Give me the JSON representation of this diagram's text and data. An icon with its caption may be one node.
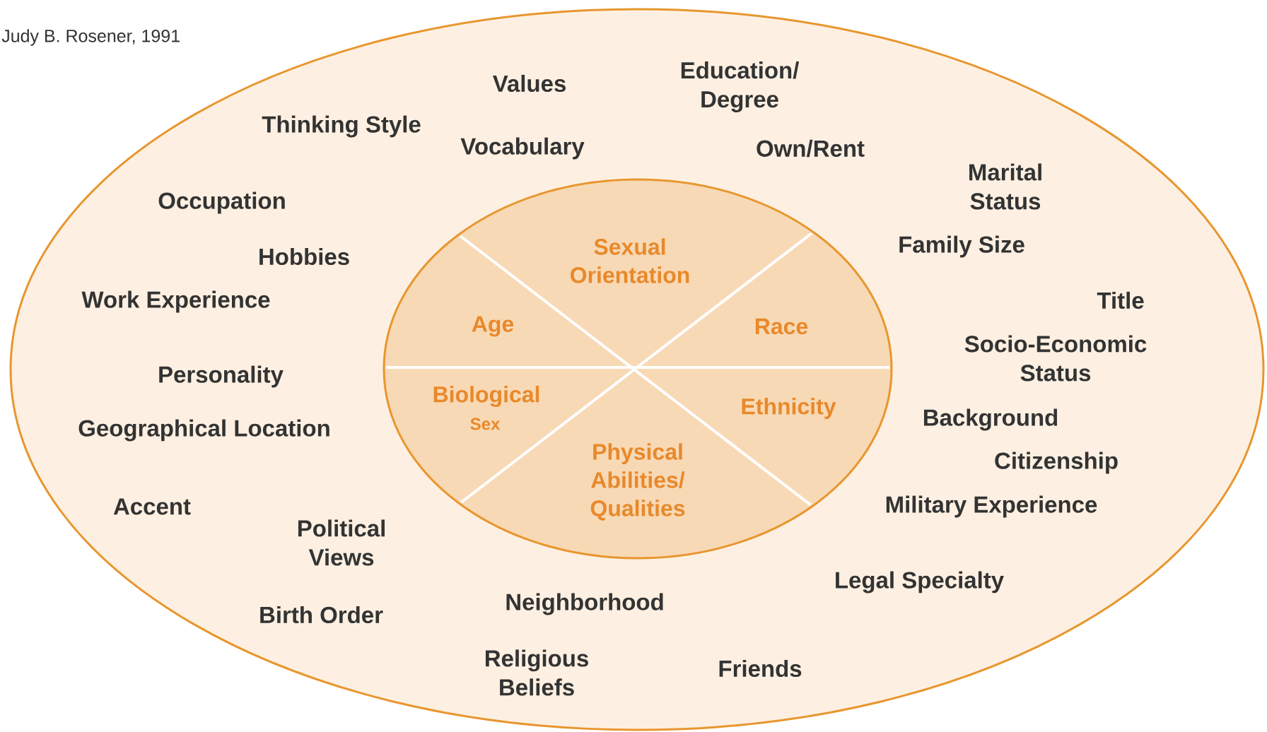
{
  "diagram": {
    "nodes": [
      {
        "text": [
          "Values",
          "Education/ Degree",
          "Thinking Style",
          "Vocabulary",
          "Own/Rent",
          "Marital Status",
          "Occupation",
          "Hobbies",
          "Family Size",
          "Work Experience",
          "Title",
          "Socio-Economic Status",
          "Personality",
          "Background",
          "Geographical Location",
          "Citizenship",
          "Accent",
          "Military Experience",
          "Political Views",
          "Legal Specialty",
          "Neighborhood",
          "Birth Order",
          "Religious Beliefs",
          "Friends"
        ]
      },
      {
        "text": [],
        "shape": "ellipse",
        "in": 0
      },
      {
        "text": [
          "Sexual Orientation"
        ],
        "in": 1
      },
      {
        "text": [
          "Age"
        ],
        "in": 1
      },
      {
        "text": [
          "Race"
        ],
        "in": 1
      },
      {
        "text": [
          "Biological",
          "Sex"
        ],
        "in": 1
      },
      {
        "text": [
          "Ethnicity"
        ],
        "in": 1
      },
      {
        "text": [
          "Physical Abilities/ Qualities"
        ],
        "in": 1
      }
    ],
    "labels": [
      "Judy B. Rosener, 1991"
    ]
  }
}
